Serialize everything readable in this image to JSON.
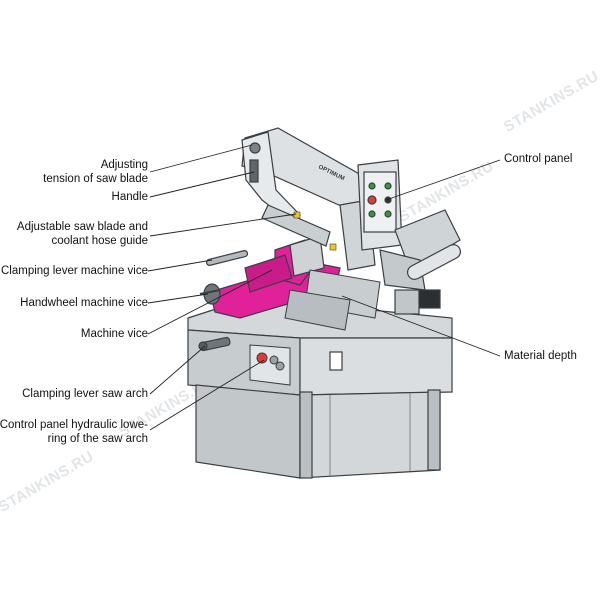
{
  "labels": {
    "adjusting_tension_line1": "Adjusting",
    "adjusting_tension_line2": "tension of saw blade",
    "handle": "Handle",
    "blade_guide_line1": "Adjustable saw blade and",
    "blade_guide_line2": "coolant hose guide",
    "clamping_lever_vice": "Clamping lever machine vice",
    "handwheel_vice": "Handwheel machine vice",
    "machine_vice": "Machine vice",
    "clamping_lever_arch": "Clamping lever saw arch",
    "control_hydraulic_line1": "Control panel hydraulic lowe-",
    "control_hydraulic_line2": "ring  of the saw arch",
    "control_panel": "Control panel",
    "material_depth": "Material depth"
  },
  "machine_brand": "OPTIMUM",
  "watermark": "STANKINS.RU",
  "colors": {
    "vice_accent": "#e0219a",
    "machine_body": "#d4d8da",
    "machine_shadow": "#b9bfc2",
    "outline": "#3a3f44"
  }
}
